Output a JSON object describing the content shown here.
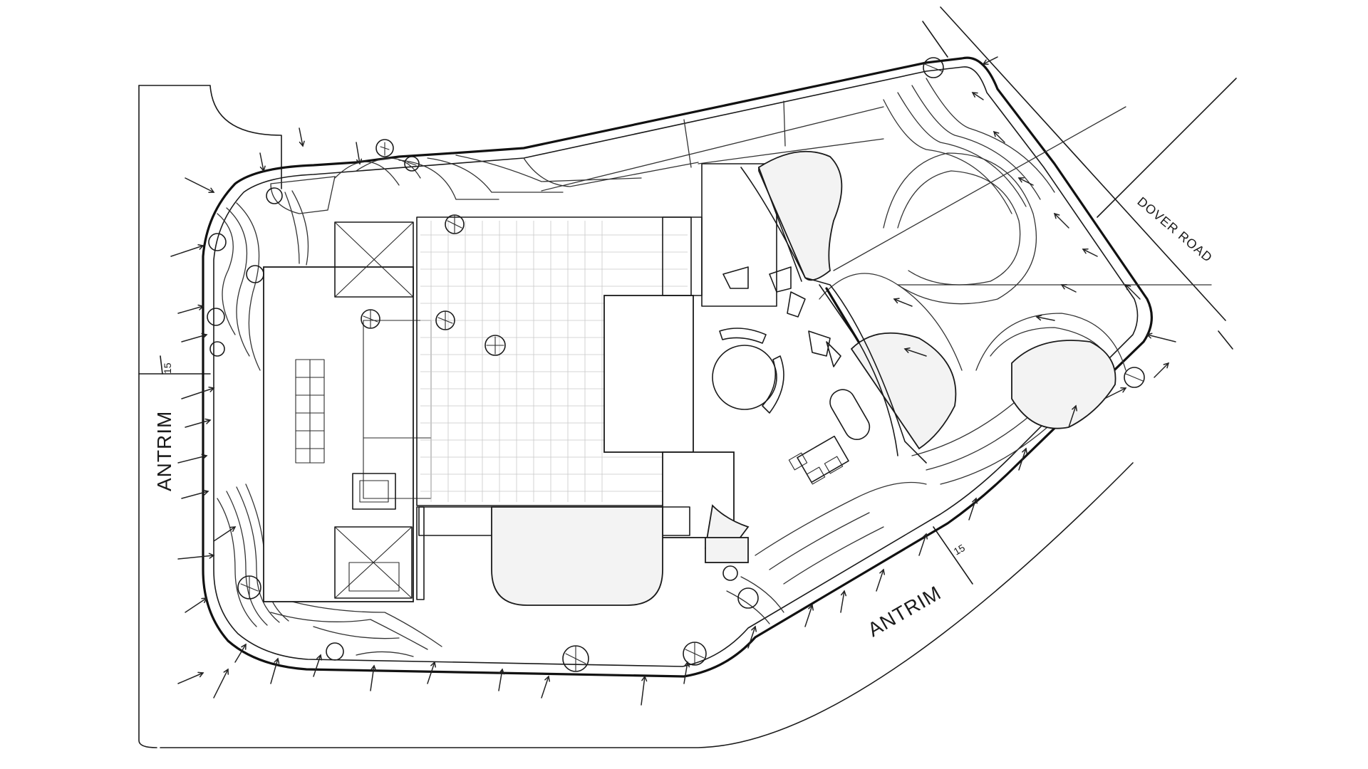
{
  "plan": {
    "labels": {
      "antrim_west": "ANTRIM",
      "antrim_south": "ANTRIM",
      "dover_road": "DOVER ROAD",
      "marker_west": "15",
      "marker_south": "15"
    },
    "colors": {
      "ink": "#1a1a1a",
      "paper": "#ffffff",
      "grid": "#c8c8c8",
      "planting": "#f3f3f3"
    }
  }
}
